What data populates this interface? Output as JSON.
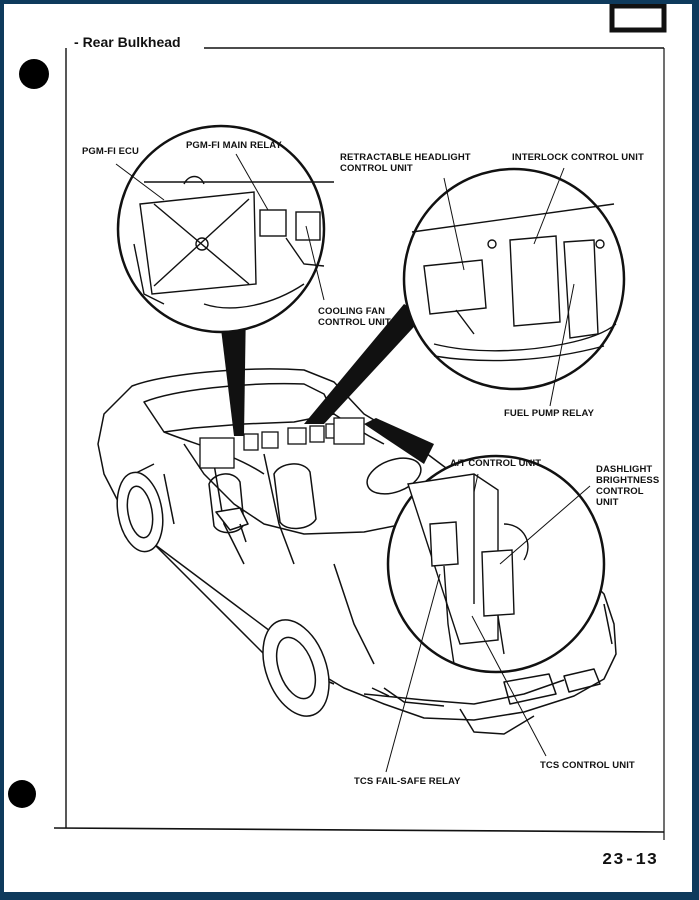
{
  "header": {
    "section_title": "Rear Bulkhead"
  },
  "labels": {
    "pgm_fi_ecu": "PGM-FI ECU",
    "pgm_fi_main_relay": "PGM-FI MAIN RELAY",
    "retractable_headlight": "RETRACTABLE HEADLIGHT\nCONTROL UNIT",
    "interlock_control_unit": "INTERLOCK CONTROL UNIT",
    "cooling_fan": "COOLING FAN\nCONTROL UNIT",
    "fuel_pump_relay": "FUEL PUMP RELAY",
    "at_control_unit": "A/T CONTROL UNIT",
    "dash_light": "DASHLIGHT\nBRIGHTNESS\nCONTROL\nUNIT",
    "tcs_fail_safe_relay": "TCS FAIL-SAFE RELAY",
    "tcs_control_unit": "TCS CONTROL UNIT"
  },
  "footer": {
    "page_number": "23-13"
  }
}
